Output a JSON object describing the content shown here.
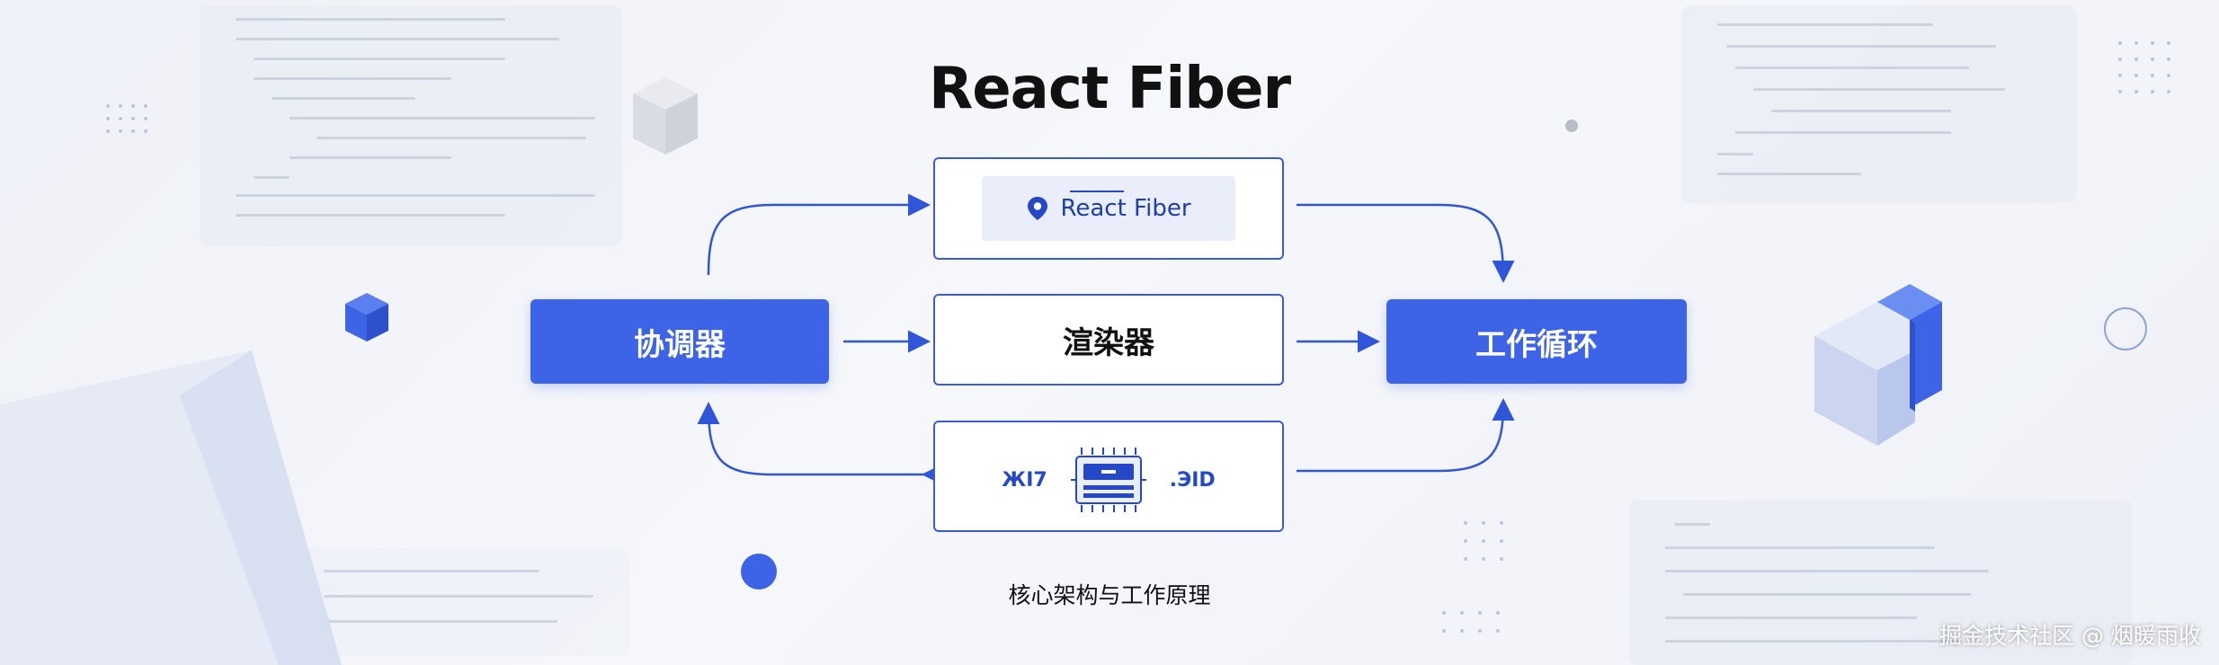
{
  "title": "React Fiber",
  "subtitle": "核心架构与工作原理",
  "watermark": "掘金技术社区 @ 烟暖雨收",
  "nodes": {
    "reconciler": "协调器",
    "renderer": "渲染器",
    "work_loop": "工作循环",
    "fiber_card": "React Fiber",
    "chip_left": "ЖΙ7",
    "chip_right": ".ЭID"
  },
  "colors": {
    "accent": "#3d63e6",
    "border": "#3b5bd6",
    "text": "#111111",
    "background": "#f1f3f8"
  },
  "icons": {
    "fiber_card": "location-pin-icon",
    "chip": "chip-icon"
  }
}
